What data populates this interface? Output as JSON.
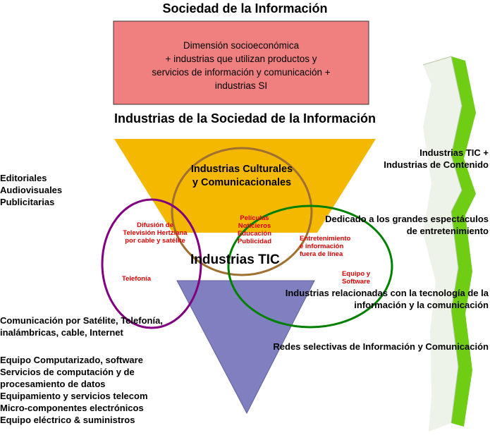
{
  "top_title": "Sociedad de la Información",
  "pink_box": {
    "line1": "Dimensión socioeconómica",
    "line2": "+ industrias que utilizan productos y",
    "line3": "servicios de información y comunicación +",
    "line4": "industrias SI"
  },
  "mid_title": "Industrias de la Sociedad de la Información",
  "left_top": [
    "Editoriales",
    "Audiovisuales",
    "Publicitarias"
  ],
  "right_top": [
    "Industrias TIC +",
    "Industrias de Contenido"
  ],
  "cultural": [
    "Industrias Culturales",
    "y Comunicacionales"
  ],
  "tic_label": "Industrias TIC",
  "red_labels": {
    "difusion": [
      "Difusión de",
      "Televisión Hertziana",
      "por cable y satélite"
    ],
    "telefonia": "Telefonía",
    "peliculas": [
      "Películas",
      "Noticieros",
      "Educación",
      "Publicidad"
    ],
    "entretenimiento": [
      "Entretenimiento",
      "e información",
      "fuera de línea"
    ],
    "equipo": [
      "Equipo y",
      "Software"
    ]
  },
  "right_mid": [
    "Dedicado a los grandes espectáculos",
    "de entretenimiento"
  ],
  "right_low": [
    "Industrias relacionadas con la tecnología de la",
    "información y la comunicación"
  ],
  "redes": "Redes selectivas de Información y Comunicación",
  "left_mid": [
    "Comunicación por Satélite, Telefonía,",
    "inalámbricas, cable, Internet"
  ],
  "left_bottom": [
    "Equipo Computarizado, software",
    "Servicios de computación y de",
    "procesamiento de datos",
    "Equipamiento y servicios telecom",
    "Micro-componentes electrónicos",
    "Equipo eléctrico & suministros"
  ],
  "colors": {
    "pink_box": "#f08080",
    "yellow_trapezoid": "#f5b800",
    "purple_triangle": "#8080c0",
    "ellipse_brown": "#a07030",
    "ellipse_purple": "#800080",
    "ellipse_green": "#008000",
    "red_text": "#e00000",
    "arrow_green": "#66cc00"
  }
}
